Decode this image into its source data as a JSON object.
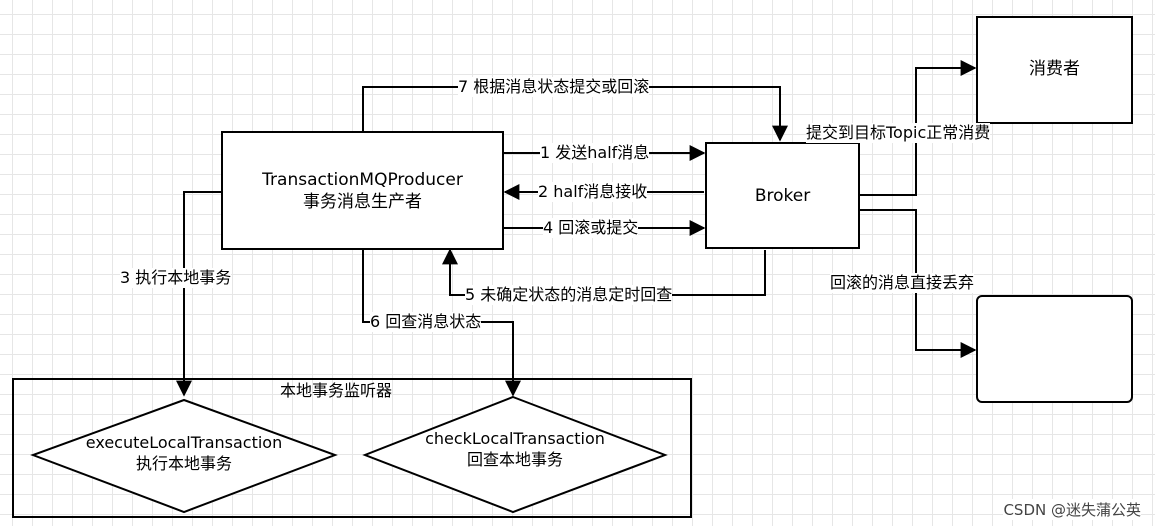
{
  "nodes": {
    "producer": {
      "line1": "TransactionMQProducer",
      "line2": "事务消息生产者"
    },
    "broker": {
      "label": "Broker"
    },
    "consumer": {
      "label": "消费者"
    },
    "discard_box": {
      "label": ""
    },
    "listener": {
      "title": "本地事务监听器"
    },
    "execute": {
      "line1": "executeLocalTransaction",
      "line2": "执行本地事务"
    },
    "check": {
      "line1": "checkLocalTransaction",
      "line2": "回查本地事务"
    }
  },
  "edges": {
    "e1": "1 发送half消息",
    "e2": "2 half消息接收",
    "e3": "3 执行本地事务",
    "e4": "4 回滚或提交",
    "e5": "5 未确定状态的消息定时回查",
    "e6": "6 回查消息状态",
    "e7": "7 根据消息状态提交或回滚",
    "commit": "提交到目标Topic正常消费",
    "discard": "回滚的消息直接丢弃"
  },
  "watermark": "CSDN @迷失蒲公英"
}
